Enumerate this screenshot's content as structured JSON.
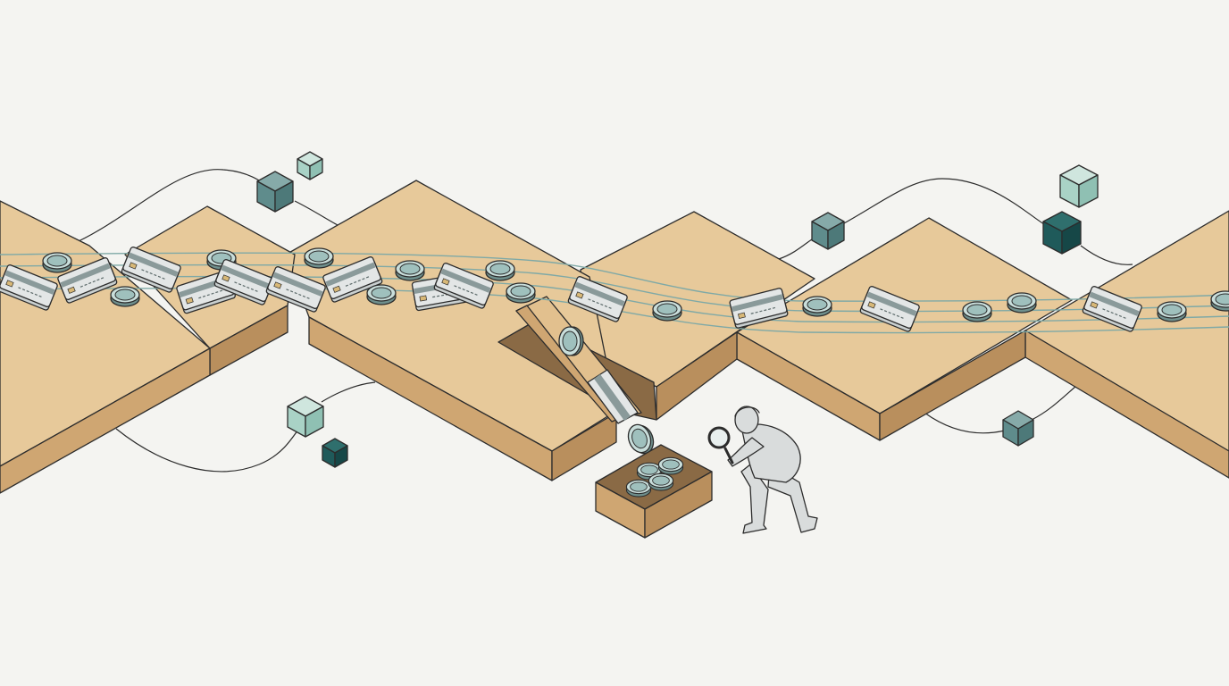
{
  "scene": {
    "description_tags": [
      "isometric-illustration",
      "payment-flow",
      "leak-inspection"
    ],
    "colors": {
      "background": "#f4f4f1",
      "platform_top": "#e7c99a",
      "platform_side": "#cfa672",
      "platform_side_dark": "#b98f5d",
      "outline": "#2c2c2c",
      "flow_line": "#7fa9a6",
      "coin_face": "#9fc0bd",
      "coin_rim": "#6f8f8c",
      "card_face": "#e3e6e6",
      "card_stripe": "#8a9a9a",
      "cube_light": "#a9d2c6",
      "cube_mid": "#5f8c8c",
      "cube_dark": "#1f5a5a",
      "person": "#d9dcdc"
    },
    "icons": [
      "coin-icon",
      "credit-card-icon",
      "cube-icon",
      "magnifying-glass-icon",
      "box-icon",
      "person-icon"
    ]
  }
}
